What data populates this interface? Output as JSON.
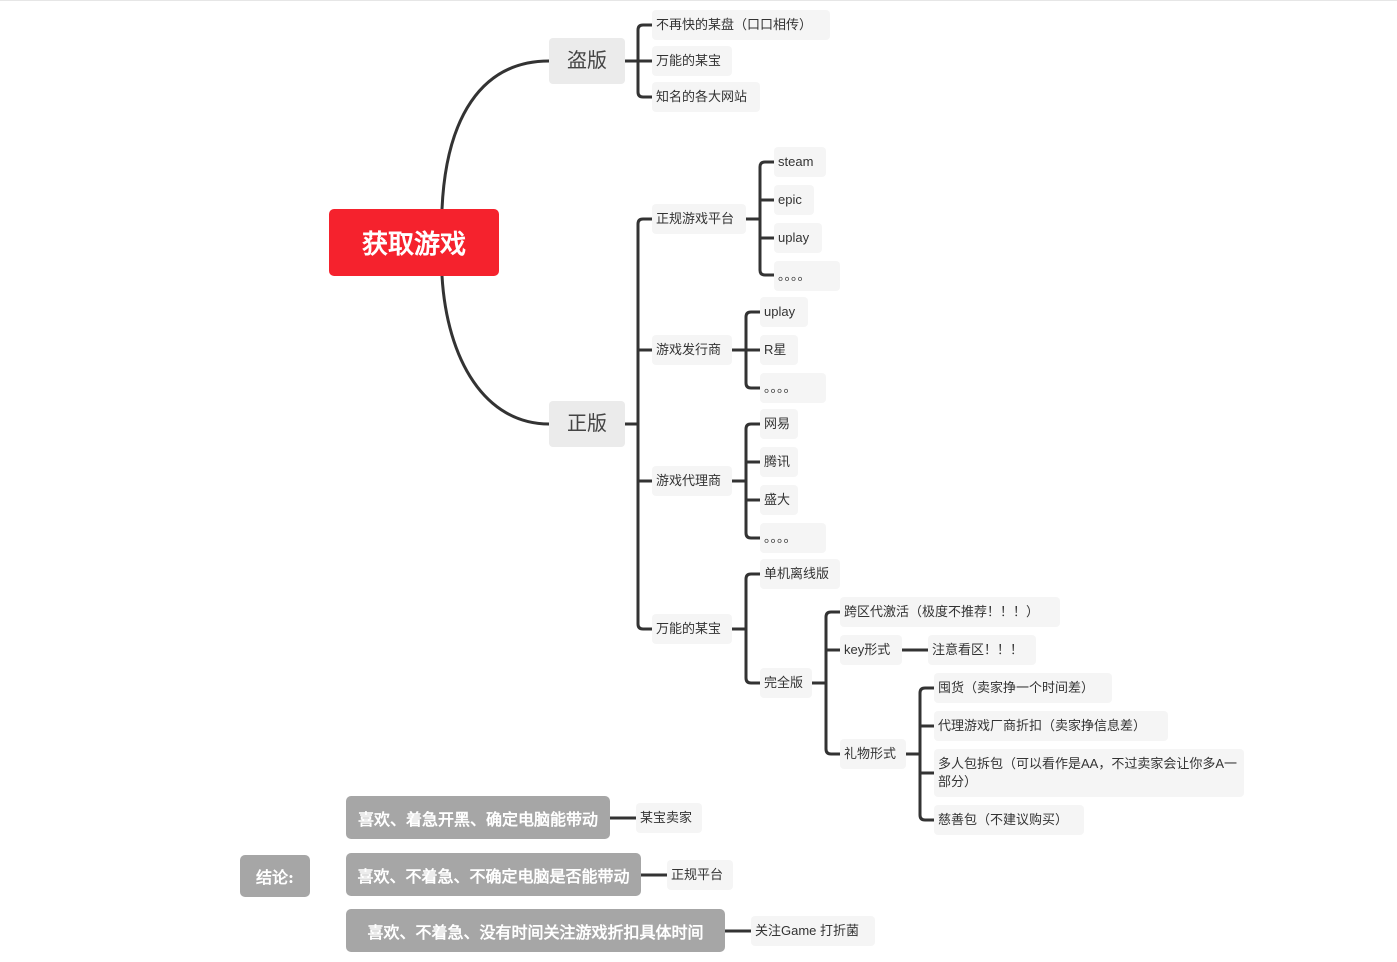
{
  "root": {
    "label": "获取游戏",
    "color": "#f5222d"
  },
  "piracy": {
    "label": "盗版",
    "items": [
      "不再快的某盘（口口相传）",
      "万能的某宝",
      "知名的各大网站"
    ]
  },
  "official": {
    "label": "正版",
    "platforms": {
      "label": "正规游戏平台",
      "items": [
        "steam",
        "epic",
        "uplay",
        "。。。。"
      ]
    },
    "publishers": {
      "label": "游戏发行商",
      "items": [
        "uplay",
        "R星",
        "。。。。"
      ]
    },
    "agents": {
      "label": "游戏代理商",
      "items": [
        "网易",
        "腾讯",
        "盛大",
        "。。。。"
      ]
    },
    "taobao": {
      "label": "万能的某宝",
      "offline": "单机离线版",
      "full": {
        "label": "完全版",
        "cross_region": "跨区代激活（极度不推荐！！！）",
        "key": {
          "label": "key形式",
          "note": "注意看区！！！"
        },
        "gift": {
          "label": "礼物形式",
          "items": [
            "囤货（卖家挣一个时间差）",
            "代理游戏厂商折扣（卖家挣信息差）",
            "多人包拆包（可以看作是AA，不过卖家会让你多A一部分）",
            "慈善包（不建议购买）"
          ]
        }
      }
    }
  },
  "conclusion": {
    "label": "结论:",
    "rows": [
      {
        "condition": "喜欢、着急开黑、确定电脑能带动",
        "result": "某宝卖家"
      },
      {
        "condition": "喜欢、不着急、不确定电脑是否能带动",
        "result": "正规平台"
      },
      {
        "condition": "喜欢、不着急、没有时间关注游戏折扣具体时间",
        "result": "关注Game 打折菌"
      }
    ]
  },
  "colors": {
    "root": "#f5222d",
    "connector": "#333333",
    "node_bg": "#f5f5f5",
    "conclusion_bg": "#a6a6a6"
  }
}
